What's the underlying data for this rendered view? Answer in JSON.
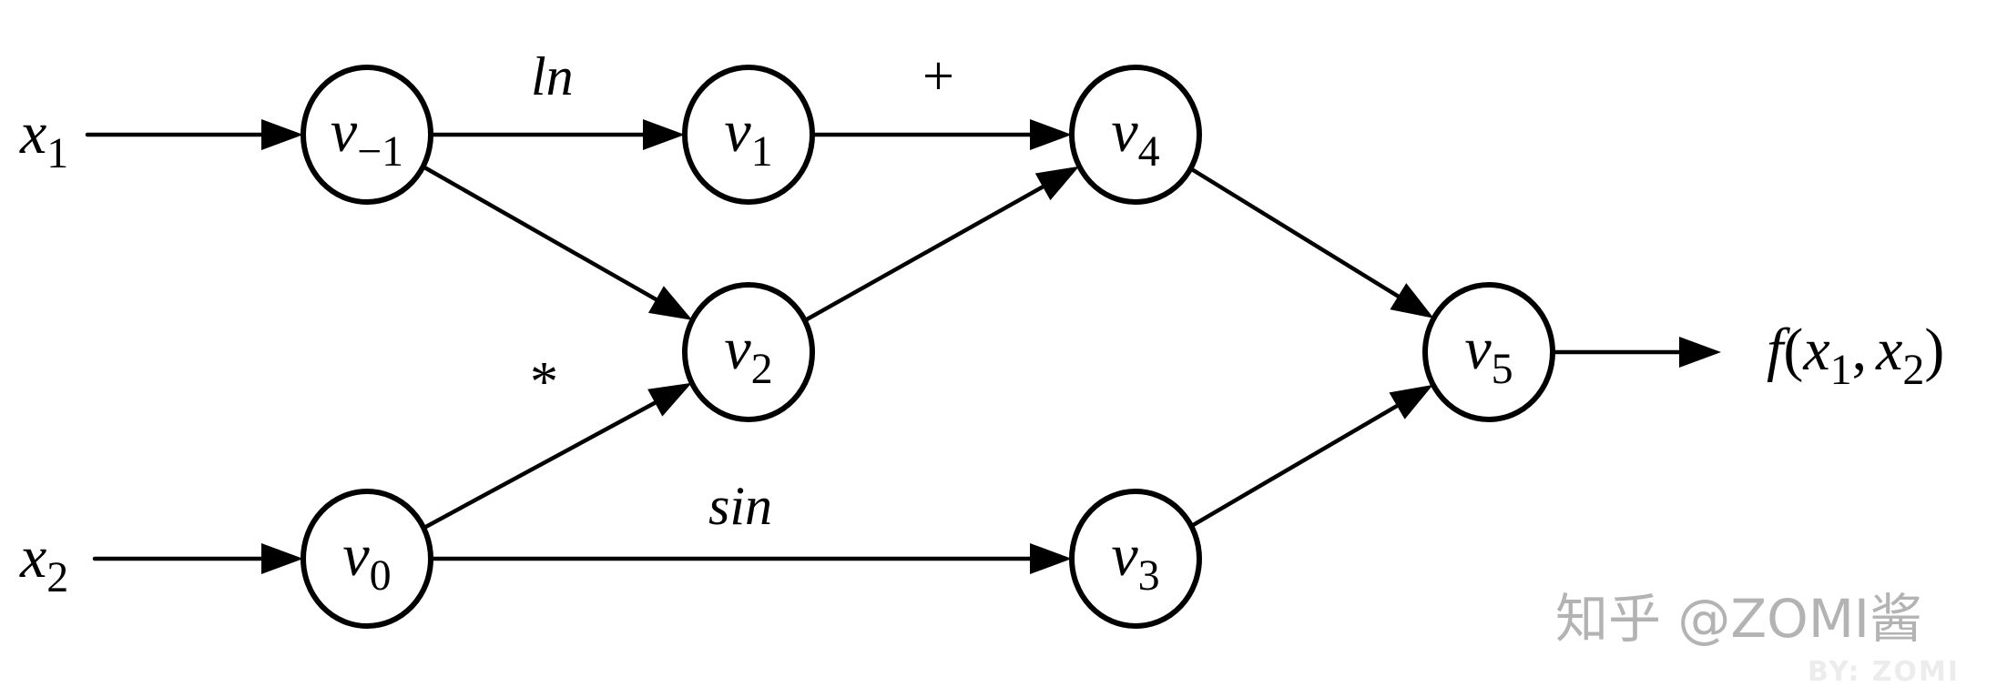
{
  "diagram": {
    "title": "Computational graph of f(x1, x2)",
    "inputs": [
      {
        "id": "x1",
        "base": "x",
        "sub": "1"
      },
      {
        "id": "x2",
        "base": "x",
        "sub": "2"
      }
    ],
    "nodes": [
      {
        "id": "v-1",
        "base": "v",
        "sub": "−1"
      },
      {
        "id": "v0",
        "base": "v",
        "sub": "0"
      },
      {
        "id": "v1",
        "base": "v",
        "sub": "1"
      },
      {
        "id": "v2",
        "base": "v",
        "sub": "2"
      },
      {
        "id": "v3",
        "base": "v",
        "sub": "3"
      },
      {
        "id": "v4",
        "base": "v",
        "sub": "4"
      },
      {
        "id": "v5",
        "base": "v",
        "sub": "5"
      }
    ],
    "edges": [
      {
        "from": "x1",
        "to": "v-1",
        "label": ""
      },
      {
        "from": "x2",
        "to": "v0",
        "label": ""
      },
      {
        "from": "v-1",
        "to": "v1",
        "label": "ln"
      },
      {
        "from": "v-1",
        "to": "v2",
        "label": ""
      },
      {
        "from": "v0",
        "to": "v2",
        "label": ""
      },
      {
        "from": "v0",
        "to": "v3",
        "label": "sin"
      },
      {
        "from": "v1",
        "to": "v4",
        "label": "+"
      },
      {
        "from": "v2",
        "to": "v4",
        "label": ""
      },
      {
        "from": "v4",
        "to": "v5",
        "label": ""
      },
      {
        "from": "v3",
        "to": "v5",
        "label": ""
      },
      {
        "from": "v5",
        "to": "output",
        "label": ""
      }
    ],
    "operation_labels": {
      "ln": "ln",
      "plus": "+",
      "multiply": "*",
      "sin": "sin"
    },
    "output": {
      "func": "f",
      "open": "(",
      "arg1_base": "x",
      "arg1_sub": "1",
      "sep": ",",
      "arg2_base": "x",
      "arg2_sub": "2",
      "close": ")"
    }
  },
  "watermark": {
    "main": "知乎 @ZOMI酱",
    "sub": "BY: ZOMI"
  }
}
